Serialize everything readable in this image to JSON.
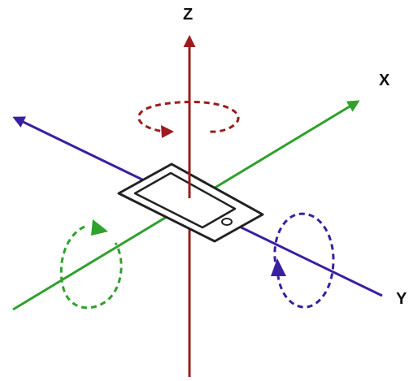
{
  "labels": {
    "z": "Z",
    "x": "X",
    "y": "Y"
  },
  "colors": {
    "z_axis": "#9b1d1d",
    "x_axis": "#2fa12c",
    "y_axis": "#3a1fa0",
    "device_outline": "#222222",
    "device_fill": "#ffffff"
  },
  "icons": {
    "device": "smartphone-icon",
    "z_rotation": "rotation-arrow-icon",
    "x_rotation": "rotation-arrow-icon",
    "y_rotation": "rotation-arrow-icon"
  }
}
